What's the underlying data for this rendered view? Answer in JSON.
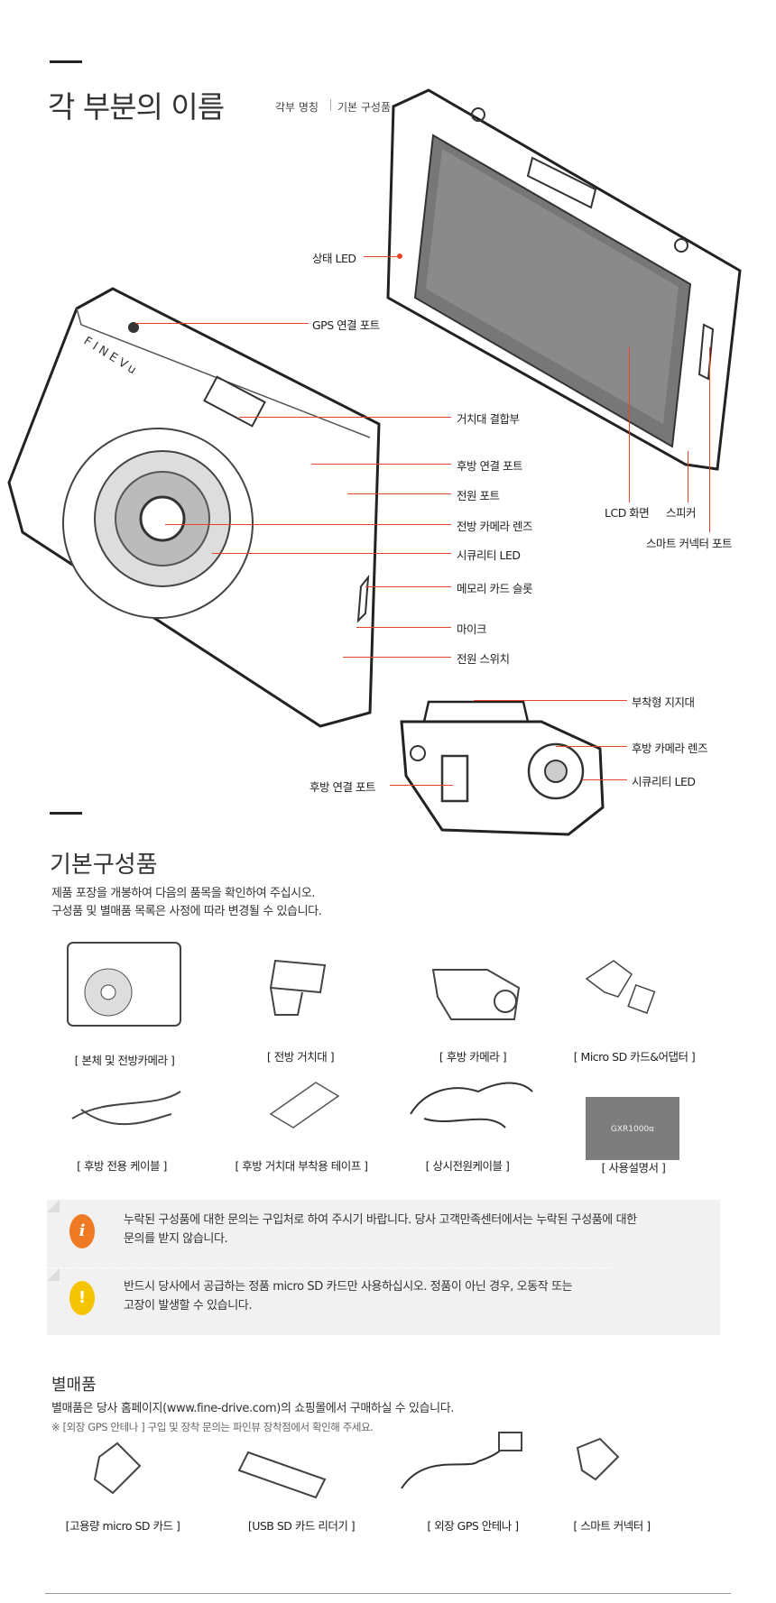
{
  "section1": {
    "title": "각 부분의 이름",
    "nav": [
      "각부 명칭",
      "기본 구성품"
    ]
  },
  "front_labels": {
    "status_led": "상태 LED",
    "gps_port": "GPS 연결 포트",
    "mount": "거치대 결합부",
    "rear_port": "후방 연결 포트",
    "power_port": "전원 포트",
    "front_lens": "전방 카메라 렌즈",
    "security_led": "시큐리티 LED",
    "memory_slot": "메모리 카드 슬롯",
    "mic": "마이크",
    "power_switch": "전원 스위치",
    "lcd": "LCD 화면",
    "speaker": "스피커",
    "smart_port": "스마트 커넥터 포트"
  },
  "device_text": {
    "brand": "FINEVu",
    "manual_model": "GXR1000α"
  },
  "rear_labels": {
    "bracket": "부착형 지지대",
    "rear_lens": "후방 카메라 렌즈",
    "security_led": "시큐리티 LED",
    "rear_port": "후방 연결 포트"
  },
  "section2": {
    "title": "기본구성품",
    "desc": [
      "제품 포장을 개봉하여 다음의 품목을 확인하여 주십시오.",
      "구성품 및 별매품 목록은 사정에 따라 변경될 수 있습니다."
    ],
    "items": [
      "[ 본체 및 전방카메라 ]",
      "[ 전방 거치대 ]",
      "[ 후방 카메라 ]",
      "[ Micro SD 카드&어댑터 ]",
      "[ 후방 전용 케이블 ]",
      "[ 후방 거치대 부착용 테이프 ]",
      "[ 상시전원케이블 ]",
      "[ 사용설명서 ]"
    ]
  },
  "notices": [
    {
      "icon": "info-icon",
      "color": "#f07a23",
      "lines": [
        "누락된 구성품에 대한 문의는 구입처로 하여 주시기 바랍니다. 당사 고객만족센터에서는 누락된 구성품에 대한",
        "문의를 받지 않습니다."
      ]
    },
    {
      "icon": "warning-icon",
      "color": "#f5c400",
      "lines": [
        "반드시 당사에서 공급하는 정품 micro SD 카드만 사용하십시오. 정품이 아닌 경우, 오동작 또는",
        "고장이 발생할 수 있습니다."
      ]
    }
  ],
  "section3": {
    "title": "별매품",
    "desc": "별매품은 당사 홈페이지(www.fine-drive.com)의 쇼핑몰에서 구매하실 수 있습니다.",
    "note": "※ [외장 GPS 안테나 ] 구입 및 장착 문의는 파인뷰 장착점에서 확인해 주세요.",
    "items": [
      "[고용량 micro SD 카드 ]",
      "[USB SD 카드 리더기 ]",
      "[ 외장 GPS 안테나 ]",
      "[ 스마트 커넥터 ]"
    ]
  },
  "colors": {
    "accent": "#e8432a",
    "notice_bg": "#f1f1f1"
  }
}
